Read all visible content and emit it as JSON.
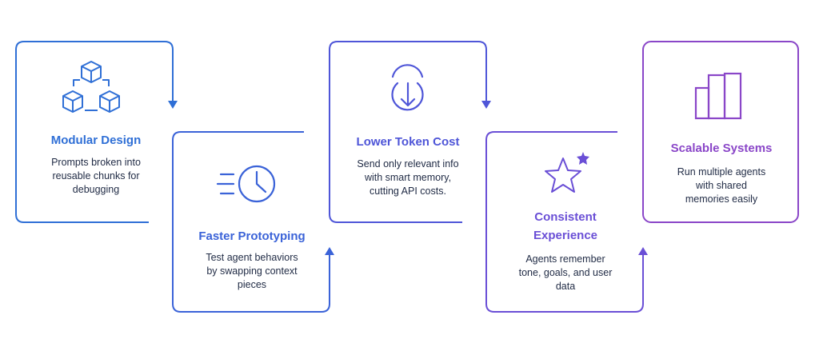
{
  "colors": {
    "blue": "#2f6fd6",
    "indigo": "#4f56d8",
    "violet": "#6a4fd6",
    "purple": "#8a46c8"
  },
  "steps": [
    {
      "title": "Modular Design",
      "description": "Prompts broken into\nreusable chunks for\ndebugging",
      "icon": "cubes-icon",
      "color": "#2f6fd6"
    },
    {
      "title": "Faster Prototyping",
      "description": "Test agent behaviors\nby swapping context\npieces",
      "icon": "fast-clock-icon",
      "color": "#3b63d8"
    },
    {
      "title": "Lower Token Cost",
      "description": "Send only relevant info\nwith smart memory,\ncutting API costs.",
      "icon": "download-circle-icon",
      "color": "#4f56d8"
    },
    {
      "title": "Consistent\nExperience",
      "description": "Agents remember\ntone, goals, and user\ndata",
      "icon": "star-icon",
      "color": "#6a4fd6"
    },
    {
      "title": "Scalable Systems",
      "description": "Run multiple agents\nwith shared\nmemories easily",
      "icon": "bar-chart-icon",
      "color": "#8a46c8"
    }
  ]
}
